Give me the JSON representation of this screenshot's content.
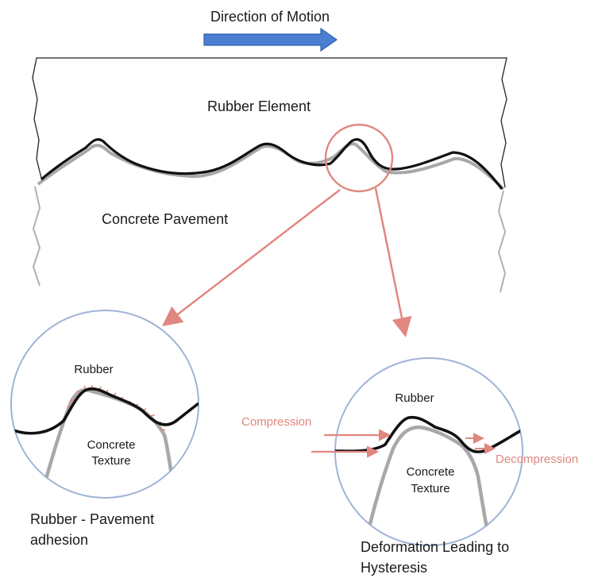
{
  "diagram": {
    "motion_label": "Direction of Motion",
    "rubber_element_label": "Rubber Element",
    "pavement_label": "Concrete Pavement",
    "left_zoom": {
      "rubber_label": "Rubber",
      "texture_label_line1": "Concrete",
      "texture_label_line2": "Texture",
      "caption_line1": "Rubber - Pavement",
      "caption_line2": "adhesion"
    },
    "right_zoom": {
      "rubber_label": "Rubber",
      "texture_label_line1": "Concrete",
      "texture_label_line2": "Texture",
      "compression_label": "Compression",
      "decompression_label": "Decompression",
      "caption_line1": "Deformation Leading to",
      "caption_line2": "Hysteresis"
    },
    "colors": {
      "arrow_blue": "#4a7fd1",
      "highlight_red": "#e0877f",
      "rubber_line": "#111111",
      "pavement_line": "#a8a8a8",
      "zoom_circle": "#9fb3d8"
    }
  }
}
